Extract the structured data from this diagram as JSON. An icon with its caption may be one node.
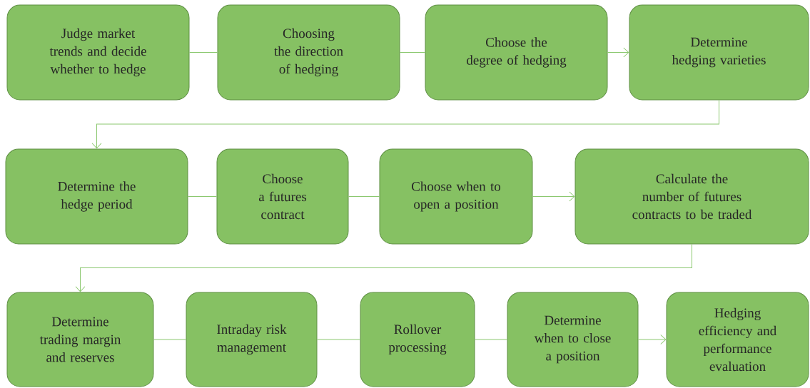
{
  "diagram": {
    "nodes": [
      {
        "text": [
          "Judge market trends and decide whether to hedge"
        ]
      },
      {
        "text": [
          "Choosing the direction of hedging"
        ]
      },
      {
        "text": [
          "Choose the degree of hedging"
        ]
      },
      {
        "text": [
          "Determine hedging varieties"
        ]
      },
      {
        "text": [
          "Determine the hedge period"
        ]
      },
      {
        "text": [
          "Choose a futures contract"
        ]
      },
      {
        "text": [
          "Choose when to open a position"
        ]
      },
      {
        "text": [
          "Calculate the number of futures contracts to be traded"
        ]
      },
      {
        "text": [
          "Determine trading margin and reserves"
        ]
      },
      {
        "text": [
          "Intraday risk management"
        ]
      },
      {
        "text": [
          "Rollover processing"
        ]
      },
      {
        "text": [
          "Determine when to close a position"
        ]
      },
      {
        "text": [
          "Hedging efficiency and performance evaluation"
        ]
      }
    ],
    "edges": [
      {
        "from": 0,
        "to": 1,
        "arrow": "none"
      },
      {
        "from": 1,
        "to": 2,
        "arrow": "none"
      },
      {
        "from": 2,
        "to": 3,
        "arrow": "to"
      },
      {
        "from": 3,
        "to": 4,
        "arrow": "to"
      },
      {
        "from": 4,
        "to": 5,
        "arrow": "none"
      },
      {
        "from": 5,
        "to": 6,
        "arrow": "none"
      },
      {
        "from": 6,
        "to": 7,
        "arrow": "to"
      },
      {
        "from": 7,
        "to": 8,
        "arrow": "to"
      },
      {
        "from": 8,
        "to": 9,
        "arrow": "none"
      },
      {
        "from": 9,
        "to": 10,
        "arrow": "none"
      },
      {
        "from": 10,
        "to": 11,
        "arrow": "none"
      },
      {
        "from": 11,
        "to": 12,
        "arrow": "to"
      }
    ]
  }
}
